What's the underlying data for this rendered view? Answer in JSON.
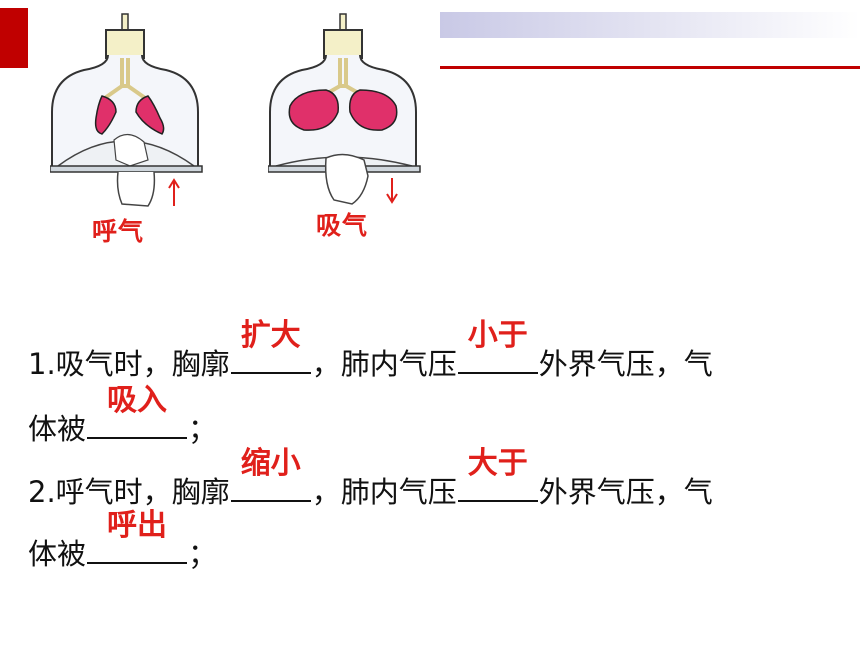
{
  "captions": {
    "exhale": "呼气",
    "inhale": "吸气"
  },
  "questions": [
    {
      "num": "1.",
      "a": "吸气时，胸廓",
      "ans1": "扩大",
      "b": "，肺内气压",
      "ans2": "小于",
      "c": "外界气压，气",
      "d": "体被",
      "ans3": "吸入",
      "e": "；"
    },
    {
      "num": "2.",
      "a": "呼气时，胸廓",
      "ans1": "缩小",
      "b": "，肺内气压",
      "ans2": "大于",
      "c": "外界气压，气",
      "d": "体被",
      "ans3": "呼出",
      "e": "；"
    }
  ],
  "colors": {
    "accent_red": "#c00000",
    "answer_red": "#e0201b",
    "lung_pink": "#e0306a"
  }
}
